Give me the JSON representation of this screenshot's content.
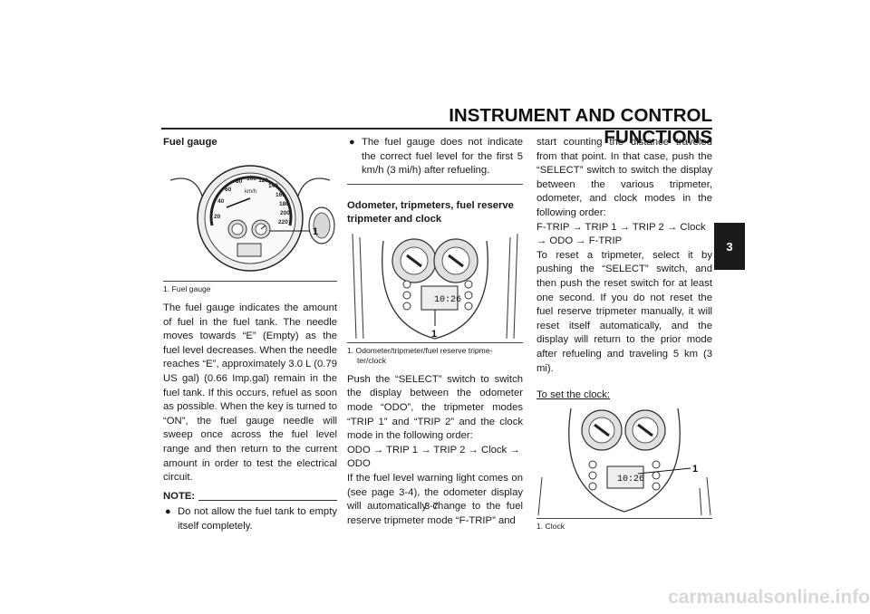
{
  "header": {
    "title": "INSTRUMENT AND CONTROL FUNCTIONS",
    "chapter_tab": "3",
    "page_number": "3-7"
  },
  "col1": {
    "heading": "Fuel gauge",
    "figure_callout": "1",
    "gauge_numbers": [
      "20",
      "40",
      "60",
      "80",
      "100",
      "120",
      "140",
      "160",
      "180",
      "200",
      "220"
    ],
    "gauge_unit": "km/h",
    "caption": "1.  Fuel gauge",
    "body": "The fuel gauge indicates the amount of fuel in the fuel tank. The needle moves towards “E” (Empty) as the fuel level decreases. When the needle reaches “E”, approximately 3.0 L (0.79 US gal) (0.66 Imp.gal) remain in the fuel tank. If this occurs, refuel as soon as possible. When the key is turned to “ON”, the fuel gauge needle will sweep once across the fuel level range and then return to the current amount in order to test the electrical circuit.",
    "note_label": "NOTE:",
    "note_bullet": "Do not allow the fuel tank to empty itself completely."
  },
  "col2": {
    "bullet": "The fuel gauge does not indicate the correct fuel level for the first 5 km/h (3 mi/h) after refueling.",
    "heading": "Odometer, tripmeters, fuel reserve tripmeter and clock",
    "figure_callout": "1",
    "display_text": "10:26",
    "caption_line1": "1.  Odometer/tripmeter/fuel reserve tripme-",
    "caption_line2": "ter/clock",
    "body1": "Push the “SELECT” switch to switch the display between the odometer mode “ODO”, the tripmeter modes “TRIP 1” and “TRIP 2” and the clock mode in the following order:",
    "sequence1": "ODO → TRIP 1 → TRIP 2 → Clock → ODO",
    "body2": "If the fuel level warning light comes on (see page 3-4), the odometer display will automatically change to the fuel reserve tripmeter mode “F-TRIP” and"
  },
  "col3": {
    "body1": "start counting the distance traveled from that point. In that case, push the “SELECT” switch to switch the display between the various tripmeter, odometer, and clock modes in the following order:",
    "sequence": "F-TRIP → TRIP 1 → TRIP 2 → Clock → ODO → F-TRIP",
    "body2": "To reset a tripmeter, select it by pushing the “SELECT” switch, and then push the reset switch for at least one second. If you do not reset the fuel reserve tripmeter manually, it will reset itself automatically, and the display will return to the prior mode after refueling and traveling 5 km (3 mi).",
    "subheading": "To set the clock:",
    "figure_callout": "1",
    "display_text": "10:26",
    "caption": "1.  Clock"
  },
  "watermark": "carmanualsonline.info"
}
